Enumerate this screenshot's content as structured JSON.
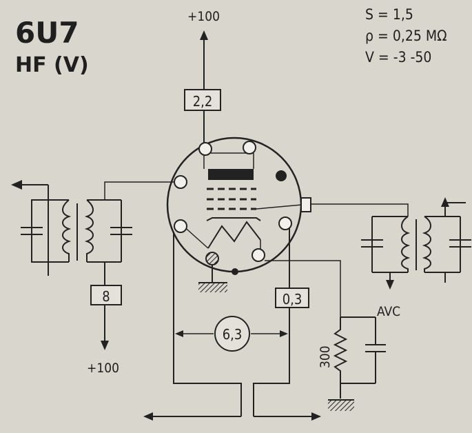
{
  "tube": {
    "type": "6U7",
    "function": "HF (V)"
  },
  "params": {
    "line1": "S = 1,5",
    "line2": "ρ = 0,25 MΩ",
    "line3": "V = -3 -50"
  },
  "labels": {
    "plate_supply": "+100",
    "plate_resistor": "2,2",
    "screen_resistor": "8",
    "screen_supply": "+100",
    "heater_resistor": "0,3",
    "heater_voltage": "6,3",
    "cathode_resistor": "300",
    "avc": "AVC"
  },
  "colors": {
    "background": "#d9d6ce",
    "ink": "#222222"
  }
}
